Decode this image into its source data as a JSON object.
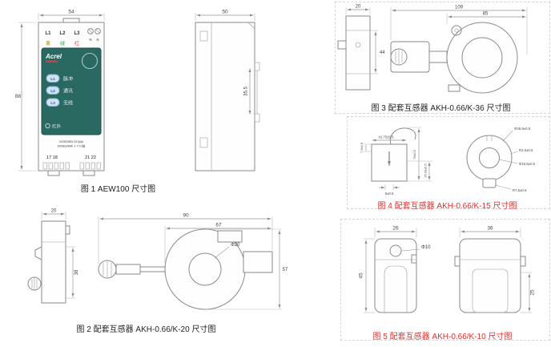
{
  "colors": {
    "panel_teal": "#2a6862",
    "caption_red": "#e03030",
    "label_yellow": "#b08c00",
    "label_green": "#2fa84f",
    "label_red": "#e23b3b",
    "led_blue": "#cfe3f5",
    "drawing_line": "#8a8a8a"
  },
  "fig1": {
    "caption": "图 1 AEW100 尺寸图",
    "front": {
      "dim_width": "54",
      "dim_height": "88",
      "l1": "L1",
      "l2": "L2",
      "l3": "L3",
      "c1": "黄",
      "c2": "绿",
      "c3": "红",
      "n1": "N",
      "n2": "N",
      "brand": "Acrel",
      "led1": "L1",
      "led1_label": "脉冲",
      "led2": "L2",
      "led2_label": "通讯",
      "led3": "L3",
      "led3_label": "无线",
      "infrared": "红外",
      "spec1": "3X220/380V 3X1(6)A",
      "spec2": "2000imp/kWh ① Y 0.2级",
      "terminals_left": "17 18",
      "terminals_right": "21 22"
    },
    "side": {
      "dim_width": "50",
      "dim_depth": "35.5"
    }
  },
  "fig2": {
    "caption": "图 2 配套互感器 AKH-0.66/K-20 尺寸图",
    "dims": {
      "side_width": "20",
      "side_height": "38",
      "total_width": "90",
      "body_width": "67",
      "hole": "Φ20",
      "height": "57"
    }
  },
  "fig3": {
    "caption": "图 3 配套互感器 AKH-0.66/K-36 尺寸图",
    "dims": {
      "side_width": "20",
      "side_height": "44",
      "total_width": "109",
      "body_width": "85"
    }
  },
  "fig4": {
    "caption": "图 4 配套互感器 AKH-0.66/K-15 尺寸图",
    "dims": {
      "top_width": "41.75±0.5",
      "left_height": "7.5±0.5",
      "total_height": "75±0.5",
      "body_height": "25.03±0.5",
      "bottom_width": "9±0.5",
      "outer_dia": "Φ36.9±0.5",
      "corner_r": "R2.6±0.5",
      "hole_dia": "Φ15.6±0.5",
      "tab_r": "R7.5±0.5"
    }
  },
  "fig5": {
    "caption": "图 5 配套互感器 AKH-0.66/K-10 尺寸图",
    "dims": {
      "width_a": "26",
      "width_b": "36",
      "height_a": "45",
      "height_b": "25",
      "hole": "Φ10"
    }
  }
}
